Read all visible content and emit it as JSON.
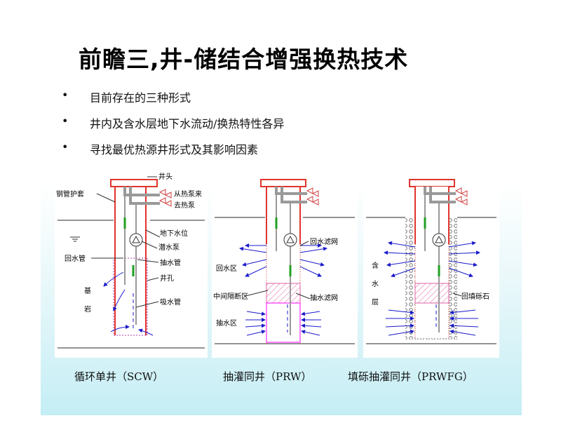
{
  "title": "前瞻三,井-储结合增强换热技术",
  "bullets": [
    "目前存在的三种形式",
    "井内及含水层地下水流动/换热特性各异",
    "寻找最优热源井形式及其影响因素"
  ],
  "diagram1": {
    "labels": {
      "wellhead": "井头",
      "casing": "钢管护套",
      "from_pump": "从热泵来",
      "to_pump": "去热泵",
      "water_level": "地下水位",
      "submersible_pump": "潜水泵",
      "return_pipe": "回水管",
      "suction_pipe": "抽水管",
      "borehole": "井孔",
      "bedrock_1": "基",
      "bedrock_2": "岩",
      "intake_pipe": "吸水管"
    },
    "caption": "循环单井（SCW）"
  },
  "diagram2": {
    "labels": {
      "return_screen": "回水滤网",
      "return_zone": "回水区",
      "separation_zone": "中间隔断区",
      "suction_screen": "抽水滤网",
      "suction_zone": "抽水区"
    },
    "caption": "抽灌同井（PRW）"
  },
  "diagram3": {
    "labels": {
      "aquifer_1": "含",
      "aquifer_2": "水",
      "aquifer_3": "层",
      "gravel": "回填砾石"
    },
    "caption": "填砾抽灌同井（PRWFG）"
  },
  "colors": {
    "well": "#e0342c",
    "pipe": "#999999",
    "arrow": "#1a1acc",
    "flow": "#20a020",
    "divider": "#ff00ff"
  }
}
